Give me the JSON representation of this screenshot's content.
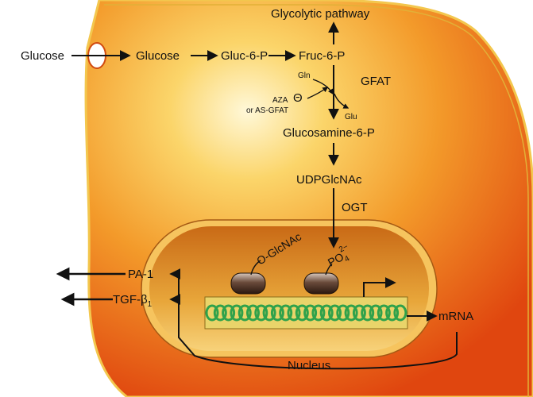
{
  "labels": {
    "glucose_outside": "Glucose",
    "glucose_inside": "Glucose",
    "gluc6p": "Gluc-6-P",
    "fruc6p": "Fruc-6-P",
    "glycolytic": "Glycolytic pathway",
    "gfat": "GFAT",
    "gln": "Gln",
    "glu": "Glu",
    "aza": "AZA",
    "inhibit_symbol": "Θ",
    "as_gfat": "or AS-GFAT",
    "glucosamine6p": "Glucosamine-6-P",
    "udpglcnac": "UDPGlcNAc",
    "ogt": "OGT",
    "oglcnac": "O-GlcNAc",
    "po4": "PO",
    "po4_sub": "4",
    "po4_sup": "2−",
    "pa1": "PA-1",
    "tgf": "TGF-β",
    "tgf_sub": "1",
    "mrna": "mRNA",
    "nucleus": "Nucleus"
  },
  "colors": {
    "cell_outer": "#e8470e",
    "cell_inner": "#f7c043",
    "cell_glow": "#fff6d0",
    "nucleus_fill": "#d9821c",
    "dna_green": "#2fa24b",
    "dna_band": "#e9d46a",
    "arrow": "#111111",
    "protein": "#3a2418"
  }
}
